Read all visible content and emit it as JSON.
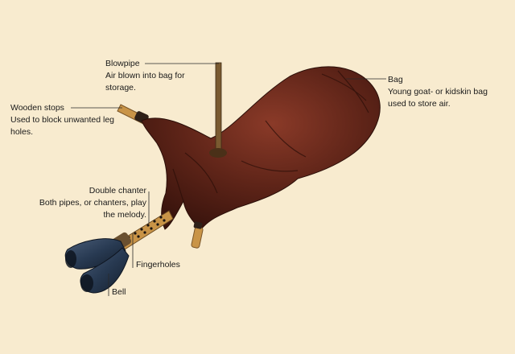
{
  "colors": {
    "background": "#f8ebcf",
    "bag": "#5e2418",
    "bag_shadow": "#3a140d",
    "bag_highlight": "#8a3a28",
    "chanter_bell": "#283a52",
    "cane": "#c99447"
  },
  "labels": {
    "blowpipe": {
      "title": "Blowpipe",
      "desc": "Air blown into bag for storage."
    },
    "bag": {
      "title": "Bag",
      "desc": "Young goat- or kidskin bag used to store air."
    },
    "wooden_stops": {
      "title": "Wooden stops",
      "desc": "Used to block unwanted leg holes."
    },
    "double_chanter": {
      "title": "Double chanter",
      "desc": "Both pipes, or chanters, play the melody."
    },
    "fingerholes": {
      "title": "Fingerholes"
    },
    "bell": {
      "title": "Bell"
    }
  }
}
